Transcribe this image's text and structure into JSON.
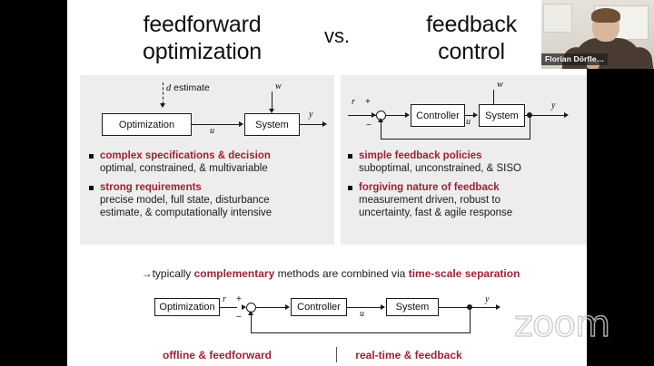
{
  "app": {
    "platform": "zoom",
    "watermark": "zoom",
    "background_color": "#000000",
    "accent_color": "#9b2236"
  },
  "video_tile": {
    "participant_name": "Florian Dörfle…",
    "icon": "webcam-video-feed"
  },
  "slide": {
    "titles": {
      "left_line1": "feedforward",
      "left_line2": "optimization",
      "versus": "vs.",
      "right_line1": "feedback",
      "right_line2": "control"
    },
    "left_panel": {
      "diagram": {
        "name": "feedforward-optimization-block-diagram",
        "blocks": [
          {
            "label": "Optimization"
          },
          {
            "label": "System"
          }
        ],
        "signals": {
          "disturbance_estimate": "d estimate",
          "disturbance_symbol": "d",
          "disturbance_word": "estimate",
          "w": "w",
          "u": "u",
          "y": "y"
        }
      },
      "bullets": [
        {
          "head": "complex specifications & decision",
          "sub": [
            "optimal, constrained, & multivariable"
          ]
        },
        {
          "head": "strong requirements",
          "sub": [
            "precise model, full state, disturbance",
            "estimate, & computationally intensive"
          ]
        }
      ]
    },
    "right_panel": {
      "diagram": {
        "name": "feedback-control-block-diagram",
        "blocks": [
          {
            "label": "Controller"
          },
          {
            "label": "System"
          }
        ],
        "signals": {
          "r": "r",
          "plus": "+",
          "minus": "−",
          "w": "w",
          "u": "u",
          "y": "y"
        }
      },
      "bullets": [
        {
          "head": "simple feedback policies",
          "sub": [
            "suboptimal, unconstrained, & SISO"
          ]
        },
        {
          "head": "forgiving nature of feedback",
          "sub": [
            "measurement driven, robust to",
            "uncertainty, fast & agile response"
          ]
        }
      ]
    },
    "note": {
      "arrow": "→",
      "part1": "typically ",
      "emph1": "complementary",
      "part2": " methods are combined via ",
      "emph2": "time-scale separation"
    },
    "bottom_diagram": {
      "name": "combined-feedforward-feedback-block-diagram",
      "blocks": [
        {
          "label": "Optimization"
        },
        {
          "label": "Controller"
        },
        {
          "label": "System"
        }
      ],
      "signals": {
        "r": "r",
        "plus": "+",
        "minus": "−",
        "u": "u",
        "y": "y"
      }
    },
    "captions": {
      "left": "offline & feedforward",
      "right": "real-time & feedback"
    }
  }
}
